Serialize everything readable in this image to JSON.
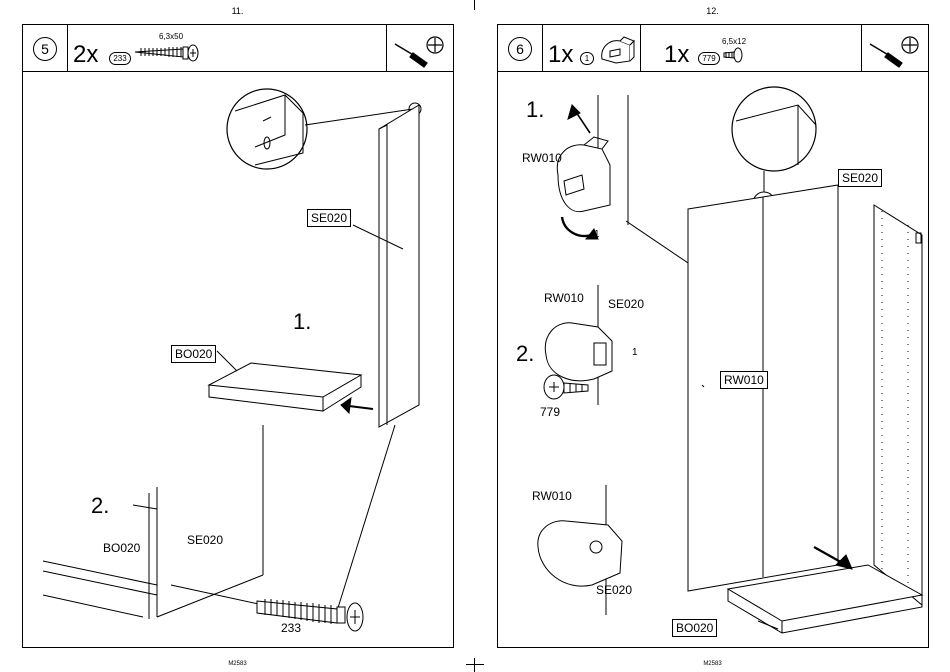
{
  "left_page": {
    "page_number": "11.",
    "step": "5",
    "quantity": "2x",
    "part_id": "233",
    "part_size": "6,3x50",
    "footer": "M2583",
    "labels": {
      "se020_top": "SE020",
      "bo020_top": "BO020",
      "step_1": "1.",
      "step_2": "2.",
      "bo020_bottom": "BO020",
      "se020_bottom": "SE020",
      "screw_number": "233"
    },
    "tool_icons": [
      "screwdriver-icon",
      "phillips-head-icon"
    ]
  },
  "right_page": {
    "page_number": "12.",
    "step": "6",
    "quantity_1": "1x",
    "part_1_id": "1",
    "quantity_2": "1x",
    "part_2_id": "779",
    "part_2_size": "6,5x12",
    "footer": "M2583",
    "labels": {
      "step_1": "1.",
      "rw010_a": "RW010",
      "num_1_a": "1",
      "rw010_b": "RW010",
      "se020_b": "SE020",
      "step_2": "2.",
      "num_1_b": "1",
      "screw_779": "779",
      "rw010_c": "RW010",
      "se020_c": "SE020",
      "se020_right": "SE020",
      "rw010_panel": "RW010",
      "bo020_bottom": "BO020"
    },
    "tool_icons": [
      "screwdriver-icon",
      "phillips-head-icon"
    ]
  }
}
